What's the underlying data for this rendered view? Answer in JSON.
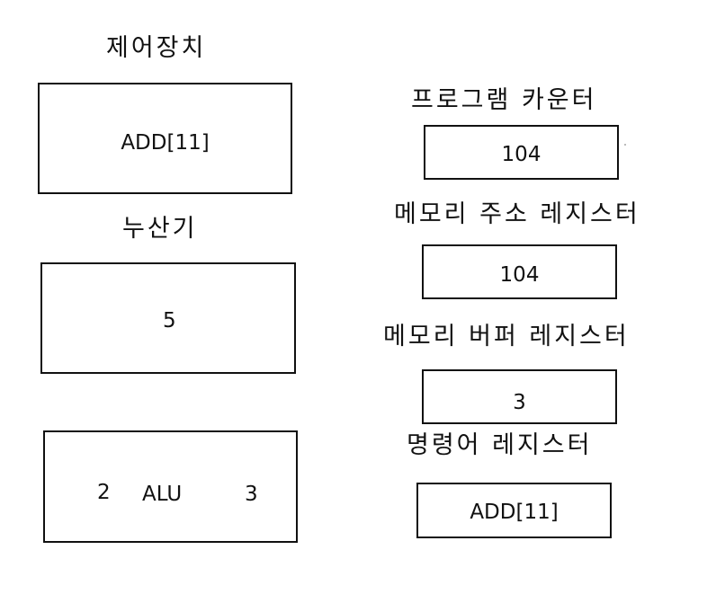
{
  "left": {
    "control_unit": {
      "label": "제어장치",
      "value": "ADD[11]"
    },
    "accumulator": {
      "label": "누산기",
      "value": "5"
    },
    "alu": {
      "left_operand": "2",
      "label": "ALU",
      "right_operand": "3"
    }
  },
  "right": {
    "program_counter": {
      "label": "프로그램 카운터",
      "value": "104"
    },
    "memory_address_register": {
      "label": "메모리 주소 레지스터",
      "value": "104"
    },
    "memory_buffer_register": {
      "label": "메모리 버퍼 레지스터",
      "value": "3"
    },
    "instruction_register": {
      "label": "명령어 레지스터",
      "value": "ADD[11]"
    }
  }
}
